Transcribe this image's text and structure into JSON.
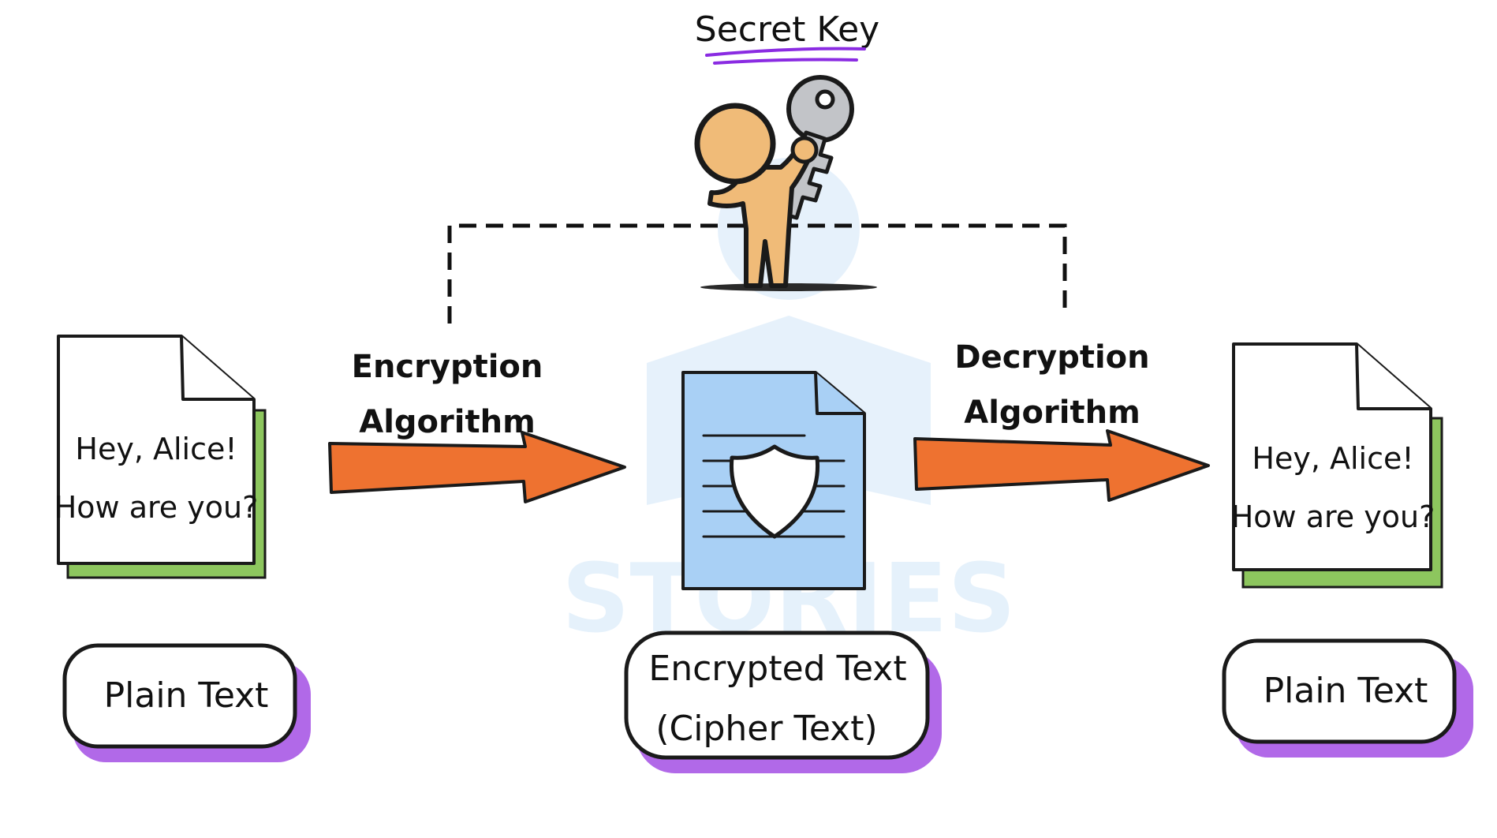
{
  "secret_key": {
    "title": "Secret Key"
  },
  "encryption": {
    "line1": "Encryption",
    "line2": "Algorithm"
  },
  "decryption": {
    "line1": "Decryption",
    "line2": "Algorithm"
  },
  "left_document": {
    "line1": "Hey, Alice!",
    "line2": "How are you?"
  },
  "right_document": {
    "line1": "Hey, Alice!",
    "line2": "How are you?"
  },
  "labels": {
    "left": "Plain Text",
    "center_line1": "Encrypted Text",
    "center_line2": "(Cipher Text)",
    "right": "Plain Text"
  },
  "watermark": {
    "text": "STORIES"
  },
  "colors": {
    "arrow": "#ee7230",
    "doc_shadow": "#8dc65e",
    "label_shadow": "#b169e8",
    "cipher_doc": "#a9d0f5",
    "underline": "#8a2be2",
    "person": "#f0bb78",
    "key": "#c2c4c8"
  }
}
